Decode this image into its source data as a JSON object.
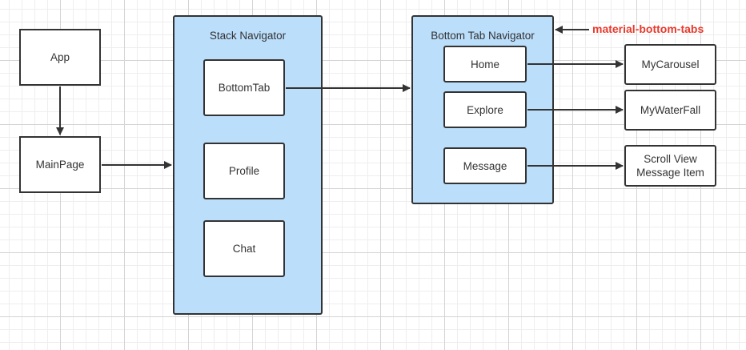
{
  "colors": {
    "container_fill": "#bbdefb",
    "box_fill": "#ffffff",
    "stroke": "#333333",
    "annotation": "#e8392c"
  },
  "nodes": {
    "app": "App",
    "main_page": "MainPage",
    "stack_navigator": {
      "title": "Stack Navigator",
      "items": {
        "bottom_tab": "BottomTab",
        "profile": "Profile",
        "chat": "Chat"
      }
    },
    "bottom_tab_navigator": {
      "title": "Bottom Tab Navigator",
      "items": {
        "home": "Home",
        "explore": "Explore",
        "message": "Message"
      }
    },
    "screens": {
      "my_carousel": "MyCarousel",
      "my_waterfall": "MyWaterFall",
      "scroll_view": "Scroll View\nMessage Item"
    }
  },
  "annotation": {
    "text": "material-bottom-tabs"
  },
  "edges": [
    [
      "App",
      "MainPage"
    ],
    [
      "MainPage",
      "Stack Navigator"
    ],
    [
      "BottomTab",
      "Bottom Tab Navigator"
    ],
    [
      "material-bottom-tabs",
      "Bottom Tab Navigator"
    ],
    [
      "Home",
      "MyCarousel"
    ],
    [
      "Explore",
      "MyWaterFall"
    ],
    [
      "Message",
      "Scroll View Message Item"
    ]
  ]
}
